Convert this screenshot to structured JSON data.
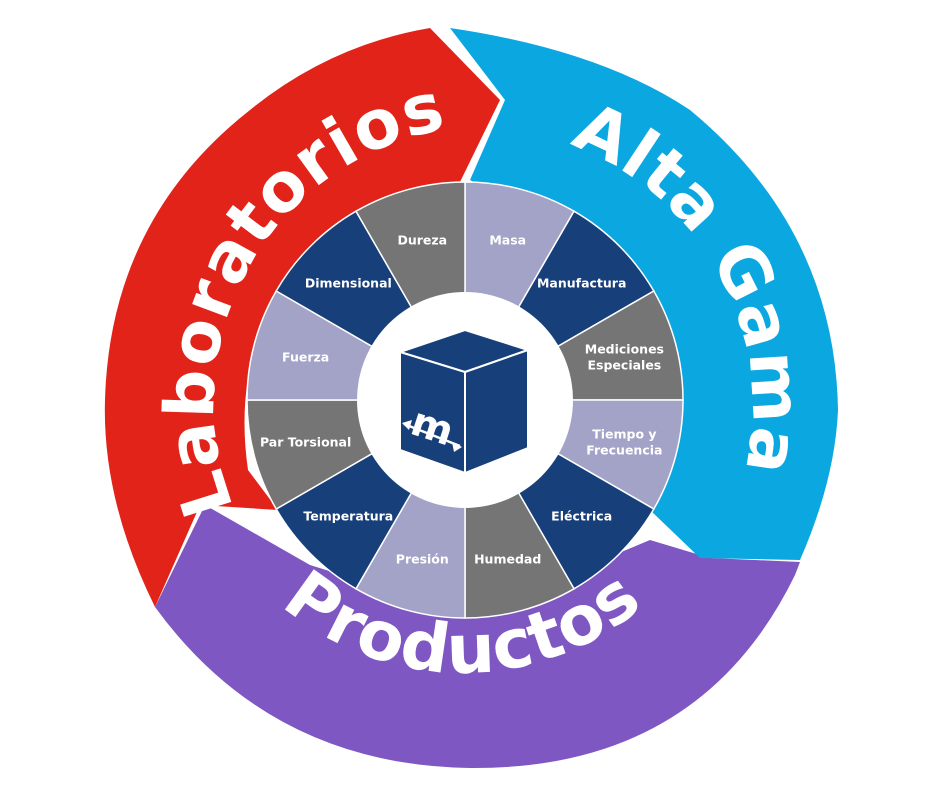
{
  "outer_ring": [
    {
      "label": "Laboratorios",
      "color": "#e2231a"
    },
    {
      "label": "Alta Gama",
      "color": "#0aa7e1"
    },
    {
      "label": "Productos",
      "color": "#7e57c2"
    }
  ],
  "segments": [
    {
      "label": "Masa",
      "color": "#a3a3c7"
    },
    {
      "label": "Manufactura",
      "color": "#173f7a"
    },
    {
      "label": "Mediciones Especiales",
      "color": "#757575"
    },
    {
      "label": "Tiempo y Frecuencia",
      "color": "#a3a3c7"
    },
    {
      "label": "Eléctrica",
      "color": "#173f7a"
    },
    {
      "label": "Humedad",
      "color": "#757575"
    },
    {
      "label": "Presión",
      "color": "#a3a3c7"
    },
    {
      "label": "Temperatura",
      "color": "#173f7a"
    },
    {
      "label": "Par Torsional",
      "color": "#757575"
    },
    {
      "label": "Fuerza",
      "color": "#a3a3c7"
    },
    {
      "label": "Dimensional",
      "color": "#173f7a"
    },
    {
      "label": "Dureza",
      "color": "#757575"
    }
  ],
  "logo": {
    "letter": "m",
    "color": "#173f7a"
  }
}
